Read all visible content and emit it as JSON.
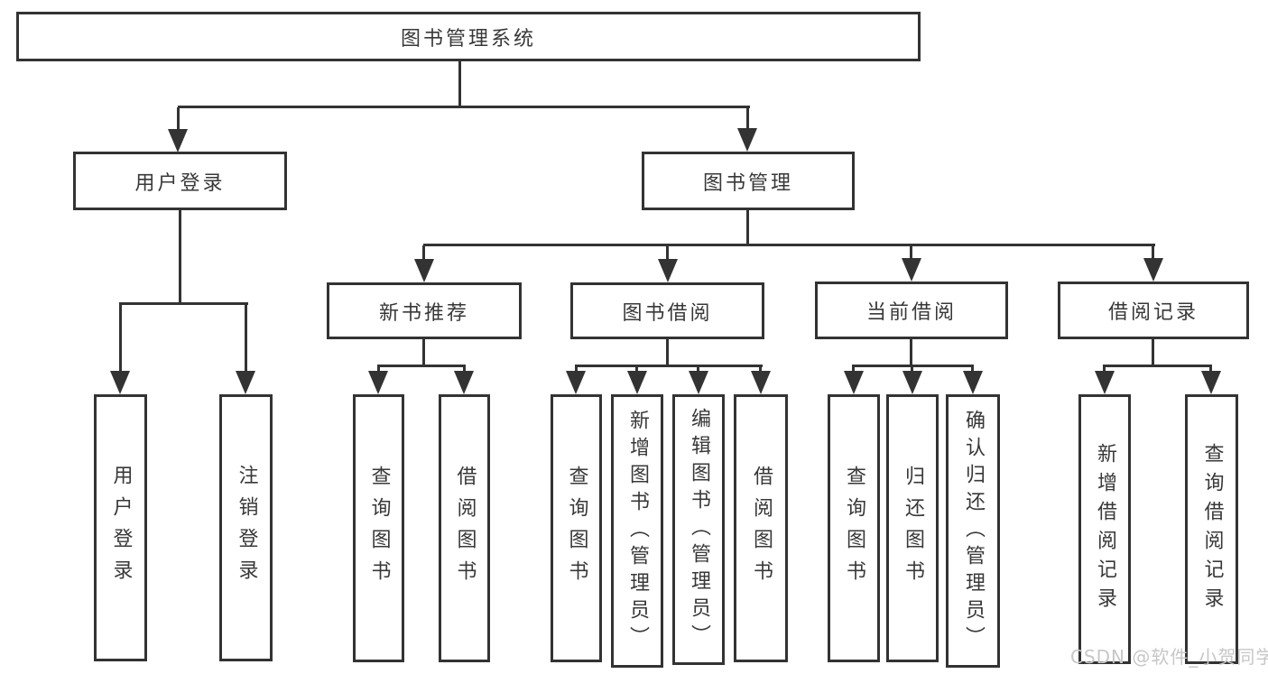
{
  "colors": {
    "line": "#333333",
    "text": "#383838",
    "background": "#ffffff",
    "watermark": "#c7c7c7"
  },
  "watermark": {
    "text": "CSDN @软件_小贺同学"
  },
  "tree": {
    "root": {
      "label": "图书管理系统"
    },
    "branches": [
      {
        "label": "用户登录",
        "leaves": [
          "用户登录",
          "注销登录"
        ]
      },
      {
        "label": "图书管理",
        "groups": [
          {
            "label": "新书推荐",
            "leaves": [
              "查询图书",
              "借阅图书"
            ]
          },
          {
            "label": "图书借阅",
            "leaves": [
              "查询图书",
              "新增图书（管理员）",
              "编辑图书（管理员）",
              "借阅图书"
            ]
          },
          {
            "label": "当前借阅",
            "leaves": [
              "查询图书",
              "归还图书",
              "确认归还（管理员）"
            ]
          },
          {
            "label": "借阅记录",
            "leaves": [
              "新增借阅记录",
              "查询借阅记录"
            ]
          }
        ]
      }
    ]
  }
}
